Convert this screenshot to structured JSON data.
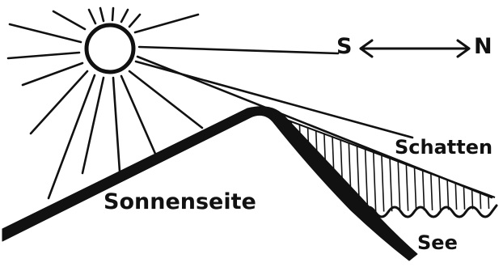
{
  "labels": {
    "sun_side": "Sonnenseite",
    "shadow": "Schatten",
    "lake": "See",
    "south": "S",
    "north": "N"
  },
  "colors": {
    "ink": "#111111",
    "background": "#ffffff"
  },
  "icons": {
    "sun": "sun-icon",
    "direction_arrow": "double-arrow-icon"
  }
}
